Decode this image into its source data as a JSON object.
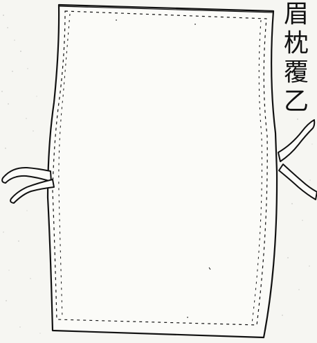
{
  "figure": {
    "label_chars": [
      "眉",
      "枕",
      "覆",
      "乙"
    ],
    "stroke_color": "#111111",
    "paper_color": "#f6f6f2",
    "item": "pillow-cover",
    "ties": 2
  }
}
